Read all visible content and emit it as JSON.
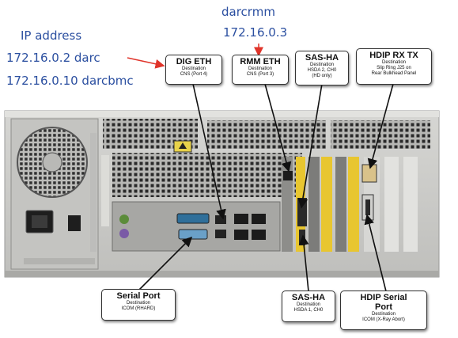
{
  "annotations": {
    "ip_heading": "IP address",
    "ip_line1": "172.16.0.2   darc",
    "ip_line2": "172.16.0.10  darcbmc",
    "rmm_host": "darcrmm",
    "rmm_ip": "172.16.0.3"
  },
  "callouts": {
    "dig_eth": {
      "title": "DIG ETH",
      "dest_label": "Destination",
      "dest": "CNS  (Port 4)"
    },
    "rmm_eth": {
      "title": "RMM ETH",
      "dest_label": "Destination",
      "dest": "CNS  (Port 3)"
    },
    "sas_ha_top": {
      "title": "SAS-HA",
      "dest_label": "Destination",
      "dest": "HSDA 2,  CH0",
      "dest2": "(HD only)"
    },
    "hdip_rx_tx": {
      "title": "HDIP RX TX",
      "dest_label": "Destination",
      "dest": "Slip Ring  J25 on",
      "dest2": "Rear Bulkhead Panel"
    },
    "serial_port": {
      "title": "Serial Port",
      "dest_label": "Destination",
      "dest": "ICOM  (RHARD)"
    },
    "sas_ha_bottom": {
      "title": "SAS-HA",
      "dest_label": "Destination",
      "dest": "HSDA 1,  CH0"
    },
    "hdip_serial": {
      "title": "HDIP Serial",
      "title2": "Port",
      "dest_label": "Destination",
      "dest": "ICOM  (X-Ray Abort)"
    }
  },
  "colors": {
    "annotation_text": "#2b4fa0",
    "annotation_arrow": "#e0342a",
    "chassis": "#c9c9c6",
    "leader": "#111111"
  }
}
